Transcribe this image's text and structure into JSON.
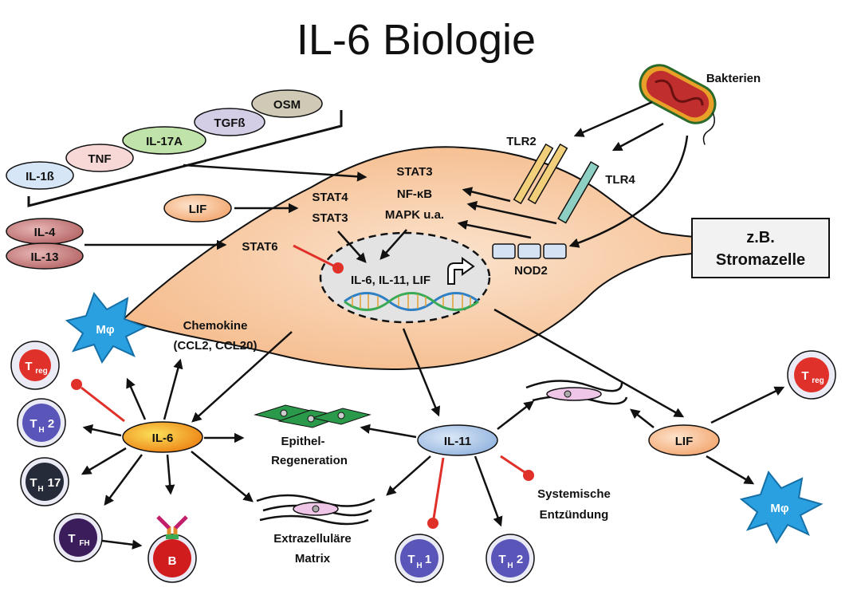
{
  "title": "IL-6 Biologie",
  "colors": {
    "cell_fill": "#f7caa3",
    "nucleus_fill": "#e6e6e6",
    "arrow": "#111111",
    "inhibit": "#e0302a",
    "il6_fill": "#f2a71b",
    "il11_fill": "#a8c3e6",
    "lif_fill": "#f7b88a",
    "cell_purple": "#5a55b8",
    "cell_dark_purple": "#3b1d5c",
    "cell_red": "#e0302a",
    "cell_dark": "#262b3a",
    "macrophage": "#2aa0e0"
  },
  "inputs": {
    "osm": "OSM",
    "tgfb": "TGFß",
    "il17a": "IL-17A",
    "tnf": "TNF",
    "il1b": "IL-1ß",
    "lif": "LIF",
    "il4": "IL-4",
    "il13": "IL-13",
    "bacteria": "Bakterien",
    "tlr2": "TLR2",
    "tlr4": "TLR4",
    "nod2": "NOD2"
  },
  "cell": {
    "stat3_line1": "STAT3",
    "stat3_line2": "NF-κB",
    "stat3_line3": "MAPK u.a.",
    "stat4_line1": "STAT4",
    "stat4_line2": "STAT3",
    "stat6": "STAT6",
    "nucleus_genes": "IL-6, IL-11, LIF",
    "box_line1": "z.B.",
    "box_line2": "Stromazelle"
  },
  "outputs": {
    "il6": "IL-6",
    "il11": "IL-11",
    "lif": "LIF",
    "chemokine_line1": "Chemokine",
    "chemokine_line2": "(CCL2, CCL20)",
    "epithel_line1": "Epithel-",
    "epithel_line2": "Regeneration",
    "matrix_line1": "Extrazelluläre",
    "matrix_line2": "Matrix",
    "systemic_line1": "Systemische",
    "systemic_line2": "Entzündung"
  },
  "cells": {
    "treg_main": "T",
    "treg_sub": "reg",
    "mphi": "Mφ",
    "th_main": "T",
    "th2_sub": "H",
    "th2_num": "2",
    "th17_num": "17",
    "tfh_sub": "FH",
    "th1_num": "1",
    "b": "B"
  }
}
